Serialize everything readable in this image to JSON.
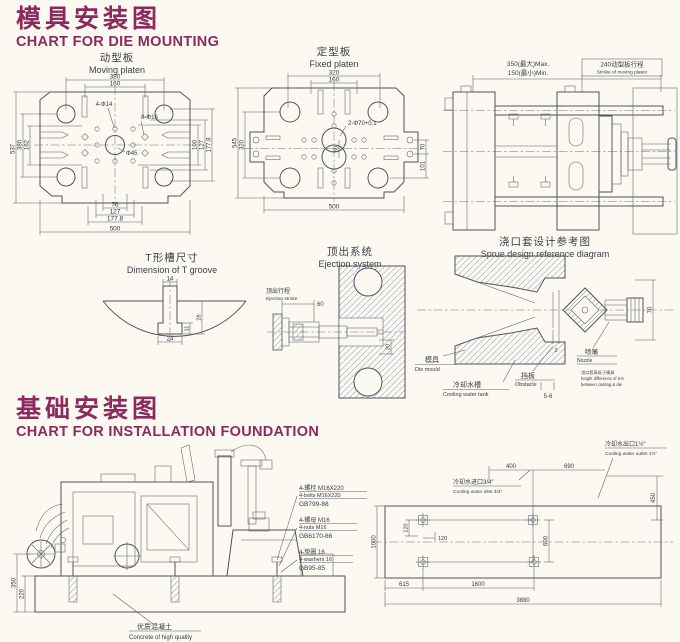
{
  "page": {
    "accent": "#8b2a5c",
    "ink": "#3b4049"
  },
  "die_mounting": {
    "title_zh": "模具安装图",
    "title_en": "CHART FOR DIE MOUNTING",
    "moving_platen": {
      "label_zh": "动型板",
      "label_en": "Moving platen",
      "dim_top_380": "380",
      "dim_top_160": "160",
      "dim_left_537": "537",
      "dim_left_380": "380",
      "dim_left_162": "162",
      "dim_right_100": "100",
      "dim_right_127": "127",
      "dim_right_1778": "177.8",
      "dim_bottom_76": "76",
      "dim_bottom_127": "127",
      "dim_bottom_1778": "177.8",
      "dim_bottom_500": "500",
      "callout_4d14": "4-Φ14",
      "callout_8d16": "8-Φ16",
      "callout_d45": "Φ45"
    },
    "fixed_platen": {
      "label_zh": "定型板",
      "label_en": "Fixed platen",
      "dim_top_320": "320",
      "dim_top_160": "160",
      "dim_left_545": "545",
      "dim_left_320": "320",
      "dim_right_70": "70",
      "dim_right_101": "101",
      "dim_center_50": "50",
      "dim_bottom_500": "500",
      "callout_2d70": "2-Φ70+0.1"
    },
    "stroke_view": {
      "dim_max": "350(最大)Max.",
      "dim_min": "150(最小)Min.",
      "stroke_zh": "240动型板行程",
      "stroke_en": "Stroke of moving platen"
    },
    "t_groove": {
      "label_zh": "T形槽尺寸",
      "label_en": "Dimension of T groove",
      "dim_14": "14",
      "dim_11": "11",
      "dim_28": "28",
      "dim_24": "24"
    },
    "ejection": {
      "label_zh": "顶出系统",
      "label_en": "Ejection system",
      "stroke_zh": "顶出行程",
      "stroke_en": "Ejection stroke",
      "stroke_val": "60",
      "dim_20": "20"
    },
    "sprue": {
      "title_zh": "浇口套设计参考图",
      "title_en": "Sprue design reference diagram",
      "die_zh": "模具",
      "die_en": "Die mould",
      "obstacle_zh": "挡板",
      "obstacle_en": "Obstacle",
      "tank_zh": "冷却水槽",
      "tank_en": "Cooling water tank",
      "nozzle_zh": "喷嘴",
      "nozzle_en": "Nozzle",
      "dim_70": "70",
      "dim_2": "2",
      "dim_56": "5-6",
      "note_zh": "浇口套高低于模具",
      "note_en1": "height difference of 5-6",
      "note_en2": "between casting & die"
    }
  },
  "foundation": {
    "title_zh": "基础安装图",
    "title_en": "CHART FOR INSTALLATION FOUNDATION",
    "bolt_callouts": [
      {
        "zh": "4-螺栓 M16X220",
        "en": "4-bolts M16X220",
        "std": "GB799-88"
      },
      {
        "zh": "4-螺母 M16",
        "en": "4-nuts M16",
        "std": "GB6170-86"
      },
      {
        "zh": "4-垫圈 16",
        "en": "4-washers 16",
        "std": "GB95-85"
      }
    ],
    "dim_350": "350",
    "dim_220": "220",
    "concrete_zh": "优质混凝土",
    "concrete_en": "Concrete of high quality",
    "plan": {
      "outlet_zh": "冷却水出口1½″",
      "outlet_en": "Cooling water outlet 1½″",
      "inlet_zh": "冷却水进口3/4″",
      "inlet_en": "Cooling water inlet 3/4″",
      "dim_400": "400",
      "dim_690": "690",
      "dim_450": "450",
      "dim_120v": "120",
      "dim_120h": "120",
      "dim_600": "600",
      "dim_615": "615",
      "dim_1600": "1600",
      "dim_3880": "3880",
      "dim_1000": "1000"
    }
  }
}
